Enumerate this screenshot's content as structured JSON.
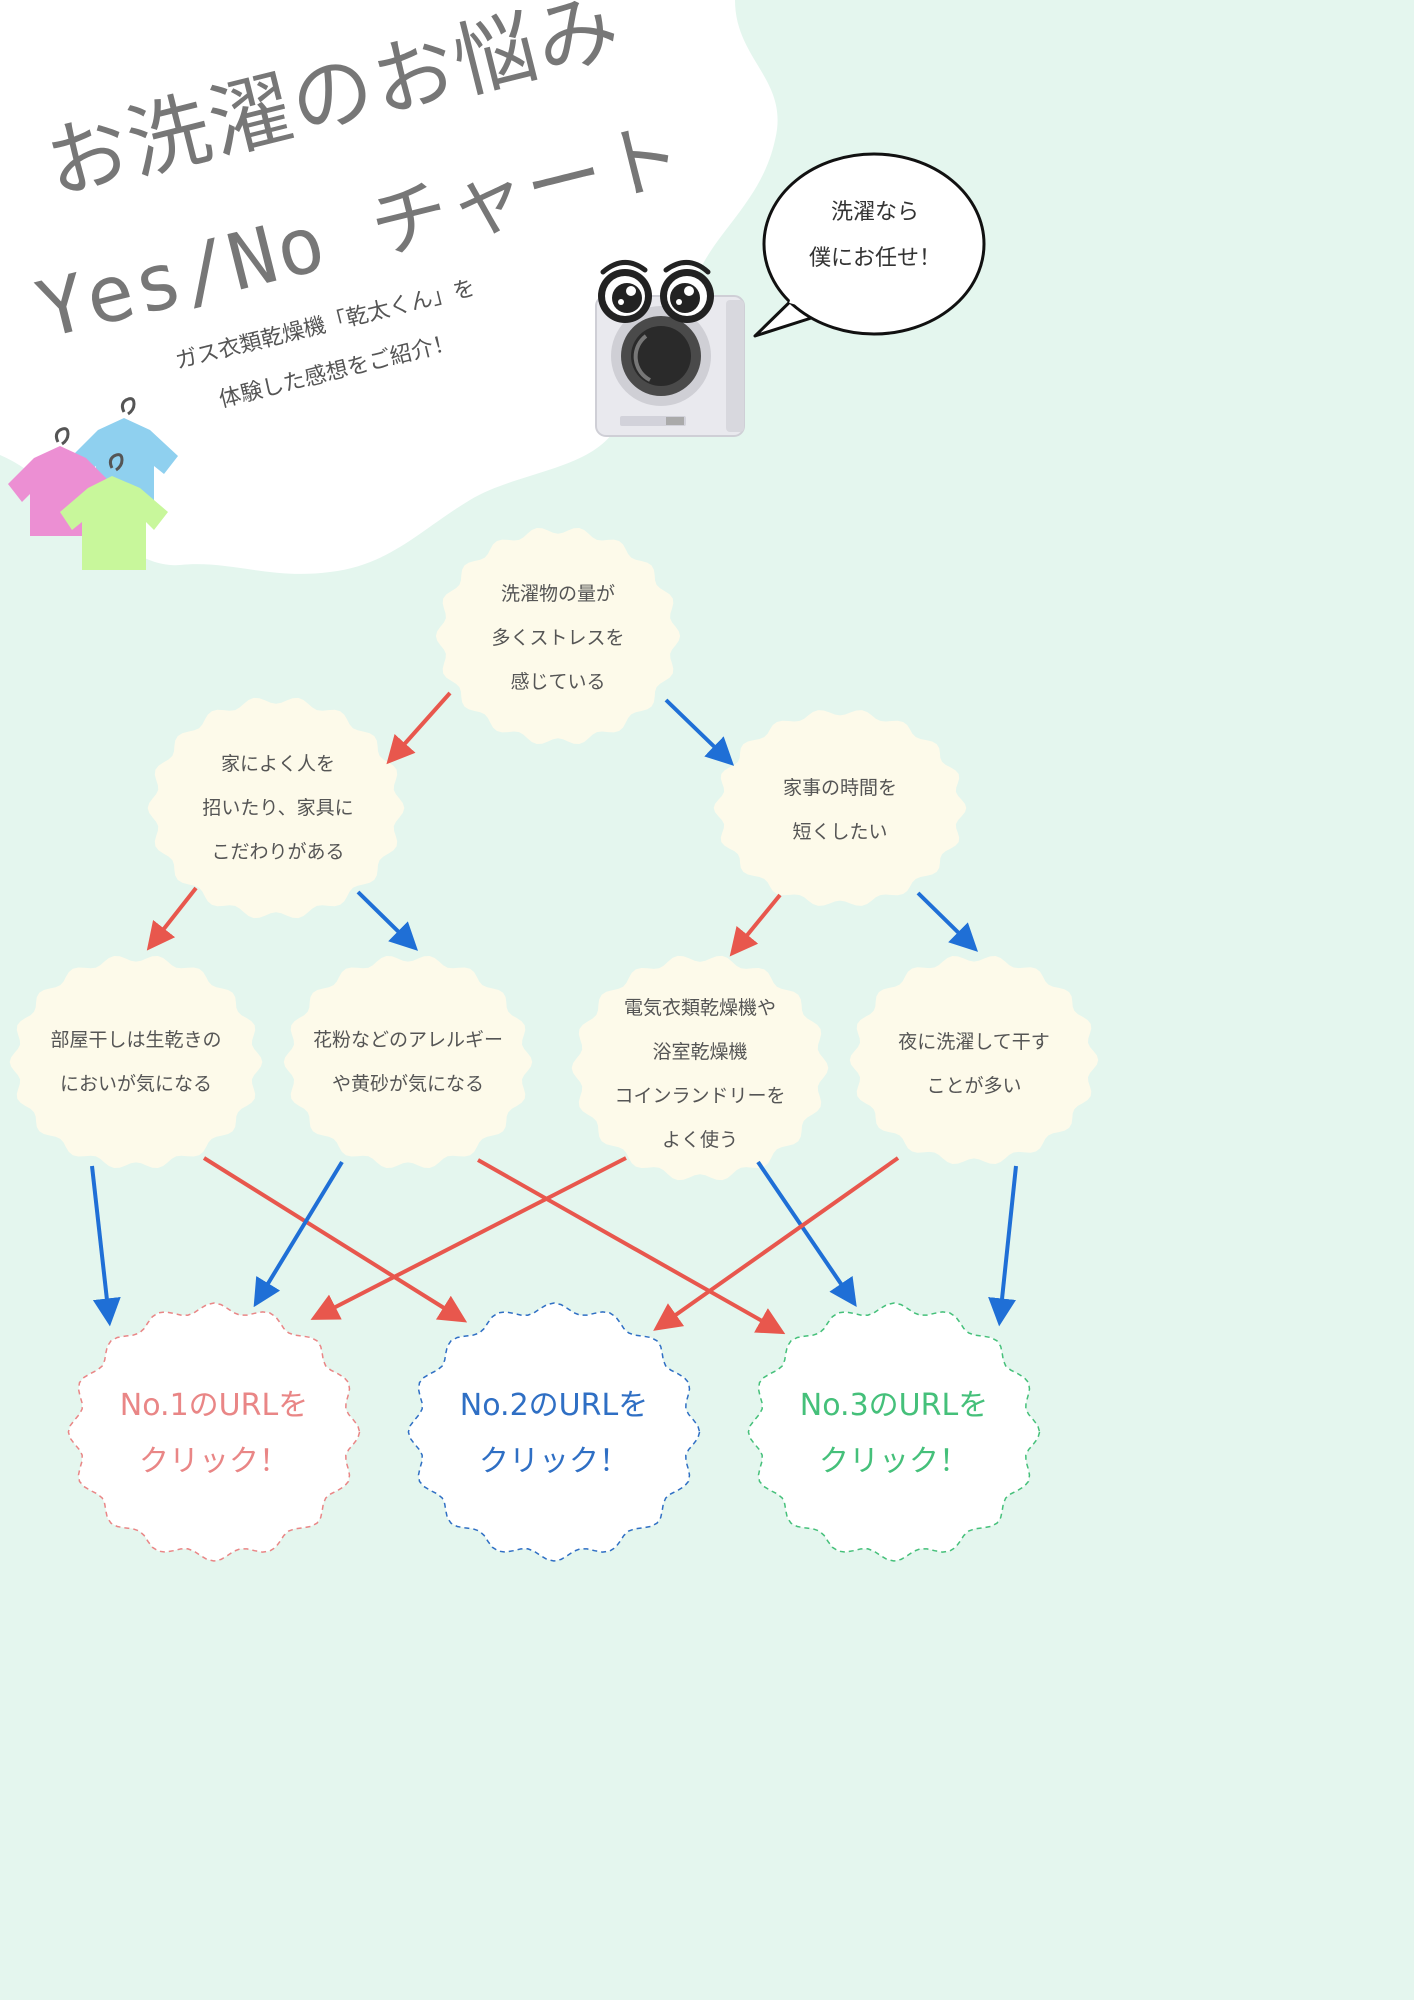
{
  "title": {
    "line1": "お洗濯のお悩み",
    "line2": "Yes/No チャート"
  },
  "subtitle": {
    "line1": "ガス衣類乾燥機「乾太くん」を",
    "line2": "体験した感想をご紹介！"
  },
  "mascot_speech": {
    "line1": "洗濯なら",
    "line2": "僕にお任せ！"
  },
  "questions": {
    "q1": {
      "line1": "洗濯物の量が",
      "line2": "多くストレスを",
      "line3": "感じている"
    },
    "q2": {
      "line1": "家によく人を",
      "line2": "招いたり、家具に",
      "line3": "こだわりがある"
    },
    "q3": {
      "line1": "家事の時間を",
      "line2": "短くしたい"
    },
    "q4": {
      "line1": "部屋干しは生乾きの",
      "line2": "においが気になる"
    },
    "q5": {
      "line1": "花粉などのアレルギー",
      "line2": "や黄砂が気になる"
    },
    "q6": {
      "line1": "電気衣類乾燥機や",
      "line2": "浴室乾燥機",
      "line3": "コインランドリーを",
      "line4": "よく使う"
    },
    "q7": {
      "line1": "夜に洗濯して干す",
      "line2": "ことが多い"
    }
  },
  "results": [
    {
      "line1": "No.1のURLを",
      "line2": "クリック！",
      "color": "#e98686"
    },
    {
      "line1": "No.2のURLを",
      "line2": "クリック！",
      "color": "#2f6fc4"
    },
    {
      "line1": "No.3のURLを",
      "line2": "クリック！",
      "color": "#45c07a"
    }
  ],
  "colors": {
    "background": "#e4f6ee",
    "bubble": "#fdfaea",
    "yes_arrow": "#e8574d",
    "no_arrow": "#1f6fd6",
    "shirt_pink": "#ec8fd3",
    "shirt_blue": "#8fd0ef",
    "shirt_green": "#c8f79b"
  }
}
